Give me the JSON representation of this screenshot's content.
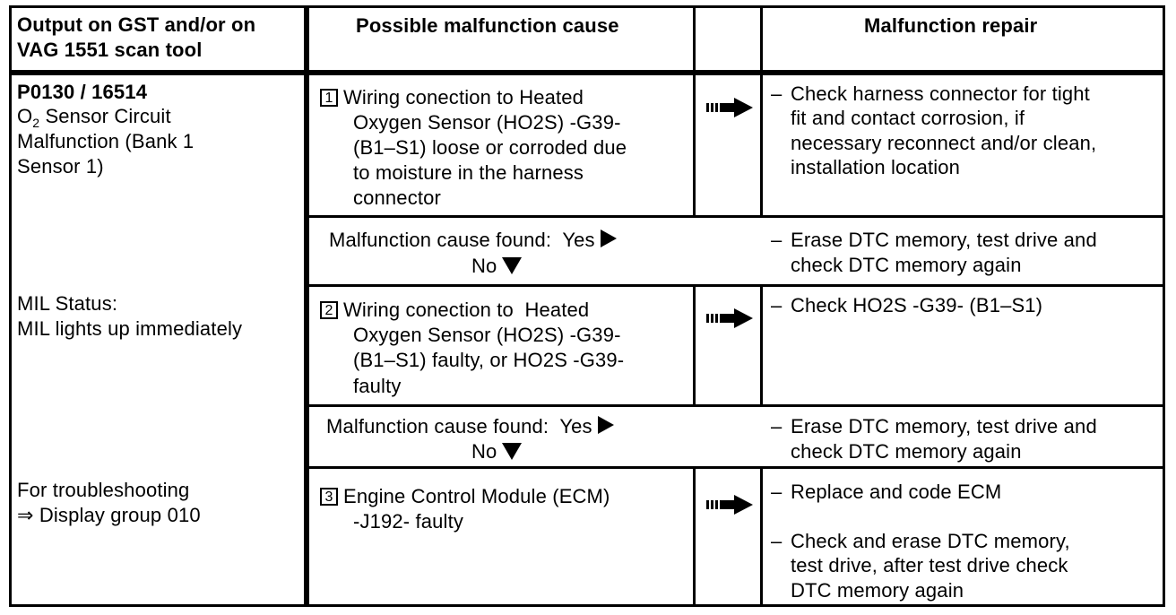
{
  "header": {
    "col1": [
      "Output on GST and/or on",
      "VAG 1551 scan tool"
    ],
    "col2": "Possible malfunction cause",
    "col4": "Malfunction repair"
  },
  "left": {
    "code": "P0130 / 16514",
    "sensor_prefix": "O",
    "sensor_sub": "2",
    "sensor_rest": " Sensor Circuit",
    "desc": [
      "Malfunction (Bank 1",
      "Sensor 1)"
    ],
    "mil": [
      "MIL Status:",
      "MIL lights up immediately"
    ],
    "trouble": [
      "For troubleshooting",
      "⇒ Display group 010"
    ]
  },
  "rows": [
    {
      "num": "1",
      "cause": [
        "Wiring conection to Heated",
        "Oxygen Sensor (HO2S) -G39-",
        "(B1–S1) loose or corroded due",
        "to moisture in the harness",
        "connector"
      ],
      "repair": [
        [
          "Check harness connector for tight",
          "fit and contact corrosion, if",
          "necessary reconnect and/or clean,",
          "installation location"
        ]
      ]
    },
    {
      "num": "2",
      "cause": [
        "Wiring conection to  Heated",
        "Oxygen Sensor (HO2S) -G39-",
        "(B1–S1) faulty, or HO2S -G39-",
        "faulty"
      ],
      "repair": [
        [
          "Check HO2S -G39- (B1–S1)"
        ]
      ]
    },
    {
      "num": "3",
      "cause": [
        "Engine Control Module (ECM)",
        "-J192- faulty"
      ],
      "repair": [
        [
          "Replace and code ECM"
        ],
        [
          "Check and erase DTC memory,",
          "test drive, after test drive check",
          "DTC memory again"
        ]
      ]
    }
  ],
  "found_rows": [
    {
      "label": "Malfunction cause found:",
      "yes": "Yes",
      "no": "No",
      "action": [
        "Erase DTC memory, test drive and",
        "check DTC memory again"
      ]
    },
    {
      "label": "Malfunction cause found:",
      "yes": "Yes",
      "no": "No",
      "action": [
        "Erase DTC memory, test drive and",
        "check DTC memory again"
      ]
    }
  ],
  "dash": "–"
}
